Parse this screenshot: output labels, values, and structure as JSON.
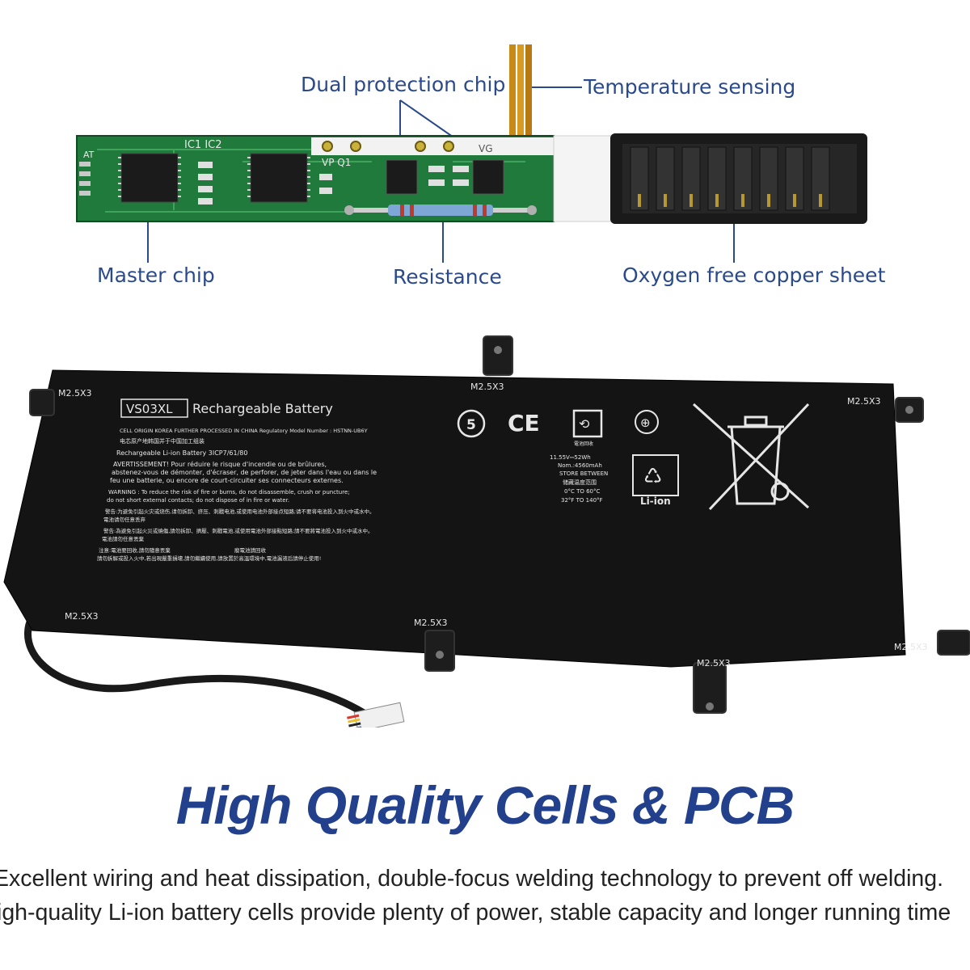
{
  "callouts": {
    "dual_protection_chip": "Dual protection chip",
    "temperature_sensing": "Temperature sensing",
    "master_chip": "Master chip",
    "resistance": "Resistance",
    "oxygen_free_copper_sheet": "Oxygen free copper sheet"
  },
  "pcb_labels": {
    "ic1_ic2": "IC1 IC2",
    "at": "AT",
    "vp_q1": "VP Q1",
    "vg": "VG"
  },
  "battery": {
    "model": "VS03XL",
    "title": "Rechargeable Battery",
    "origin_line": "CELL ORIGIN KOREA FURTHER PROCESSED IN CHINA Regulatory Model Number : HSTNN-UB6Y",
    "cn_line": "电芯原产地韩国并于中国加工组装",
    "type_line": "Rechargeable Li-ion Battery   3ICP7/61/80",
    "warn_fr_1": "AVERTISSEMENT! Pour réduire le risque d'incendie ou de brûlures,",
    "warn_fr_2": "abstenez-vous de démonter, d'écraser, de perforer, de jeter dans l'eau ou dans le",
    "warn_fr_3": "feu une batterie, ou encore de court-circuiter ses connecteurs externes.",
    "warn_en_1": "WARNING : To reduce the risk of fire or burns, do not disassemble, crush or puncture;",
    "warn_en_2": "do not short external contacts; do not dispose of in fire or water.",
    "warn_cn_1": "警告:为避免引起火灾或烧伤,请勿拆卸、挤压、刺戳电池,或使用电池外部接点短路;请不要将电池投入到火中或水中。",
    "warn_cn_2": "電池请勿任意丢弃",
    "warn_tw_1": "警告:為避免引起火災或燒傷,請勿拆卸、擠壓、刺戳電池,或使用電池外部接點短路;請不要將電池投入到火中或水中。",
    "warn_tw_2": "電池請勿任意丟棄",
    "note_1": "注意:電池要回收,請勿隨意丟棄",
    "note_2": "廢電池請回收",
    "note_3": "請勿拆解或投入火中,若出現嚴重損壞,請勿繼續使用,請放置於高溫環境中,電池漏液后請停止使用!",
    "spec_voltage": "11.55V⎓52Wh",
    "spec_capacity": "Nom.:4560mAh",
    "store_1": "STORE BETWEEN",
    "store_cn": "储藏温度范围",
    "store_2": "0°C TO 60°C",
    "store_3": "32°F TO 140°F",
    "li_ion": "Li-ion",
    "ce_mark": "CE",
    "circle_5": "5",
    "recycle_cn": "電池回收",
    "screw_labels": [
      "M2.5X3",
      "M2.5X3",
      "M2.5X3",
      "M2.5X3",
      "M2.5X3",
      "M2.5X3",
      "M2.5X3"
    ]
  },
  "headline": "High Quality Cells & PCB",
  "description": {
    "line1": "Excellent wiring and heat dissipation, double-focus welding technology to prevent off welding.",
    "line2": "igh-quality Li-ion battery cells provide plenty of power, stable capacity and longer running time"
  },
  "colors": {
    "callout_text": "#2b4a8c",
    "headline": "#22408c",
    "pcb_green": "#1f7a3c",
    "battery_body": "#141414"
  }
}
